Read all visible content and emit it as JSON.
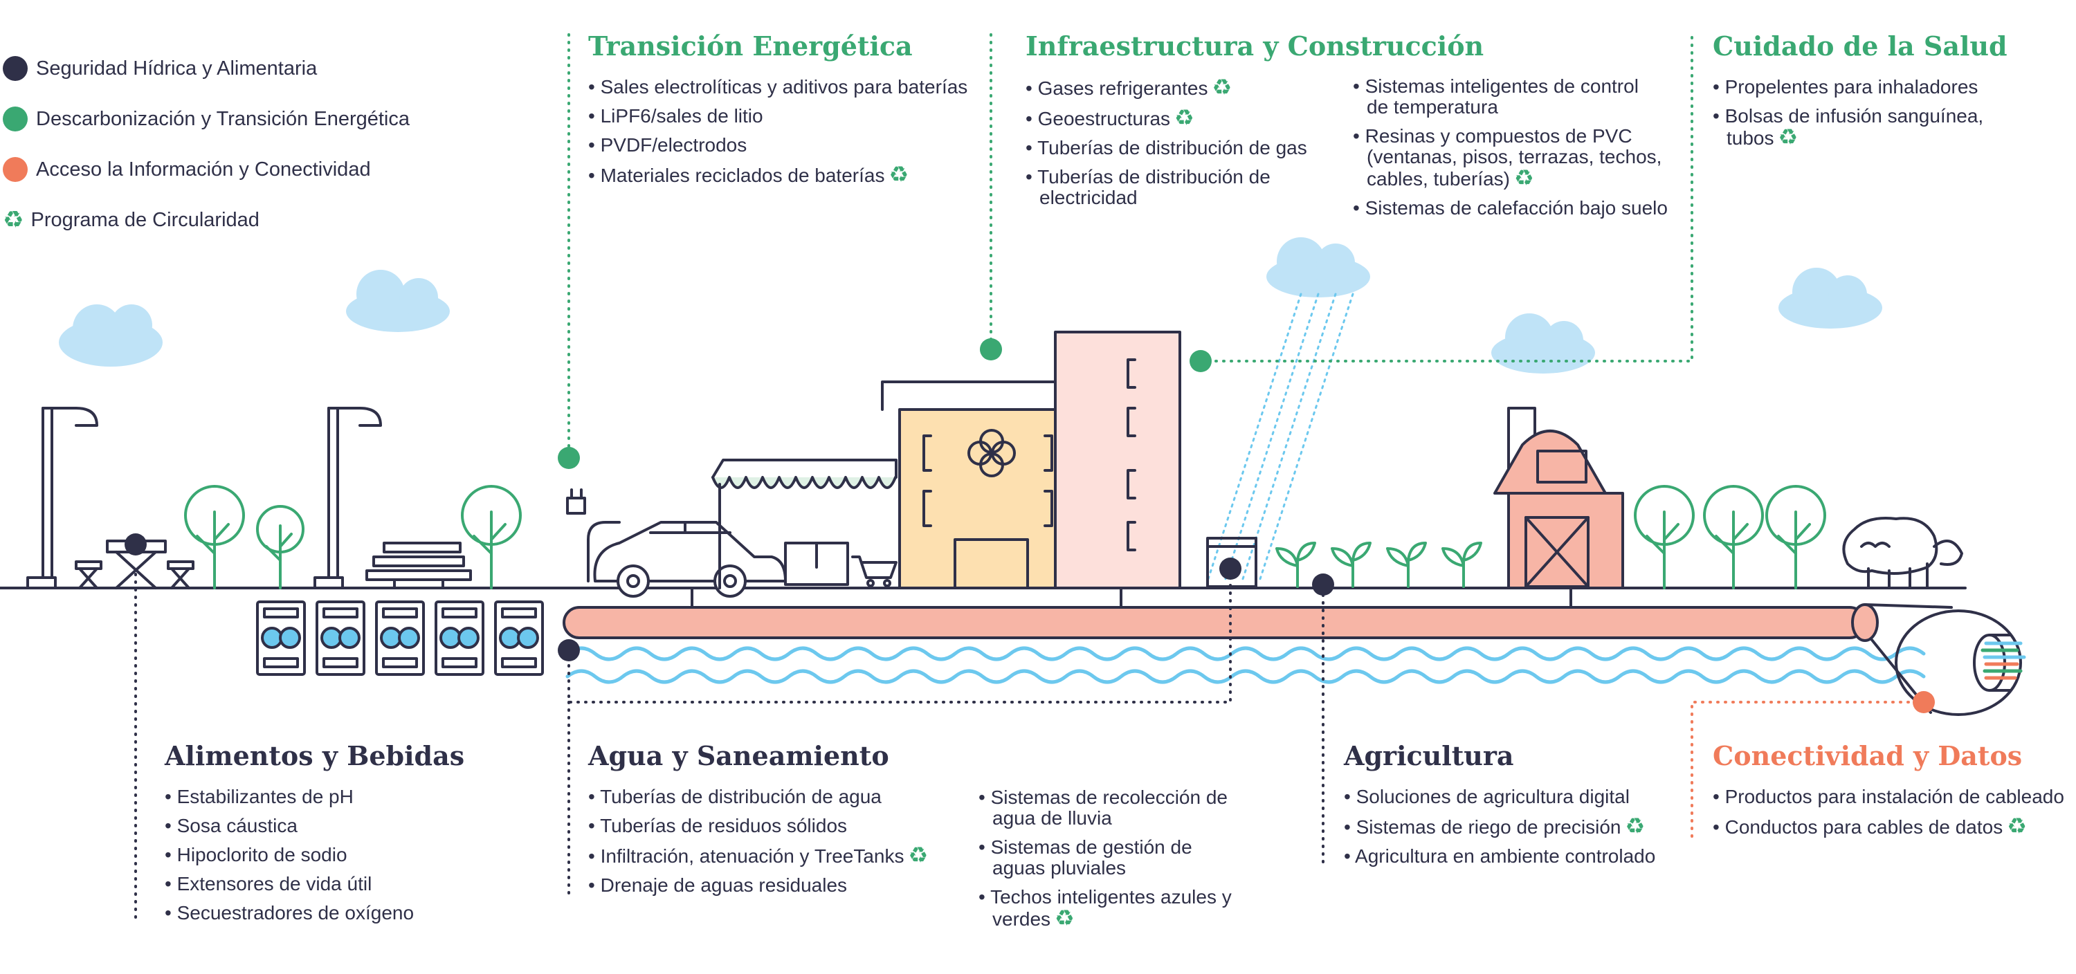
{
  "colors": {
    "navy": "#2f3048",
    "green": "#3aa872",
    "orange": "#f07b5a",
    "pipe": "#f7b5a6",
    "water": "#6cc8ee",
    "cloud": "#bfe3f7"
  },
  "legend": [
    {
      "label": "Seguridad Hídrica y Alimentaria",
      "marker": "navy-dot"
    },
    {
      "label": "Descarbonización y Transición Energética",
      "marker": "green-dot"
    },
    {
      "label": "Acceso la Información y Conectividad",
      "marker": "orange-dot"
    },
    {
      "label": "Programa de Circularidad",
      "marker": "recycle-icon"
    }
  ],
  "sections": {
    "transicion": {
      "title": "Transición Energética",
      "items": [
        "Sales electrolíticas y aditivos para baterías",
        "LiPF6/sales de litio",
        "PVDF/electrodos",
        "Materiales reciclados de baterías"
      ]
    },
    "infraestructura": {
      "title": "Infraestructura y Construcción",
      "col1": [
        "Gases refrigerantes",
        "Geoestructuras",
        "Tuberías de distribución de gas",
        "Tuberías de distribución de electricidad"
      ],
      "col2": [
        "Sistemas inteligentes de control de temperatura",
        "Resinas y compuestos de PVC (ventanas, pisos, terrazas, techos, cables, tuberías)",
        "Sistemas de calefacción bajo suelo"
      ]
    },
    "salud": {
      "title": "Cuidado de la Salud",
      "items": [
        "Propelentes para inhaladores",
        "Bolsas de infusión sanguínea, tubos"
      ]
    },
    "alimentos": {
      "title": "Alimentos y Bebidas",
      "items": [
        "Estabilizantes de pH",
        "Sosa cáustica",
        "Hipoclorito de sodio",
        "Extensores de vida útil",
        "Secuestradores de oxígeno"
      ]
    },
    "agua": {
      "title": "Agua y Saneamiento",
      "col1": [
        "Tuberías de distribución de agua",
        "Tuberías de residuos sólidos",
        "Infiltración, atenuación y TreeTanks",
        "Drenaje de aguas residuales"
      ],
      "col2": [
        "Sistemas de recolección de agua de lluvia",
        "Sistemas de gestión de aguas pluviales",
        "Techos inteligentes azules y verdes"
      ]
    },
    "agricultura": {
      "title": "Agricultura",
      "items": [
        "Soluciones de agricultura digital",
        "Sistemas de riego de precisión",
        "Agricultura en ambiente controlado"
      ]
    },
    "conectividad": {
      "title": "Conectividad y Datos",
      "items": [
        "Productos para instalación de cableado",
        "Conductos para cables de datos"
      ]
    }
  }
}
